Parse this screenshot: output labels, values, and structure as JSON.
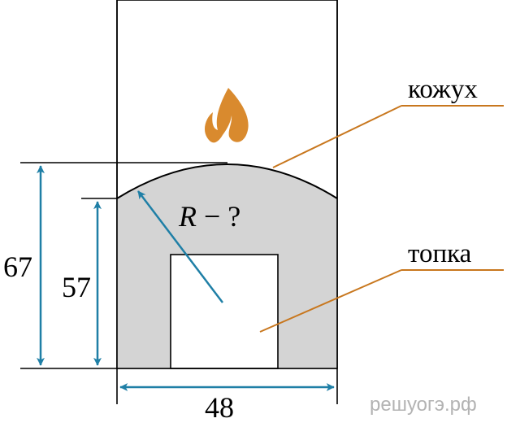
{
  "labels": {
    "casing": "кожух",
    "firebox": "топка",
    "radius_var": "R",
    "radius_rest": " − ?"
  },
  "dimensions": {
    "total_height": "67",
    "side_height": "57",
    "width": "48"
  },
  "watermark": "решуогэ.рф",
  "colors": {
    "fill": "#d4d4d4",
    "arrow": "#1f7fa6",
    "leader": "#c8771e",
    "flame": "#d98a2e",
    "stroke": "#000000"
  }
}
